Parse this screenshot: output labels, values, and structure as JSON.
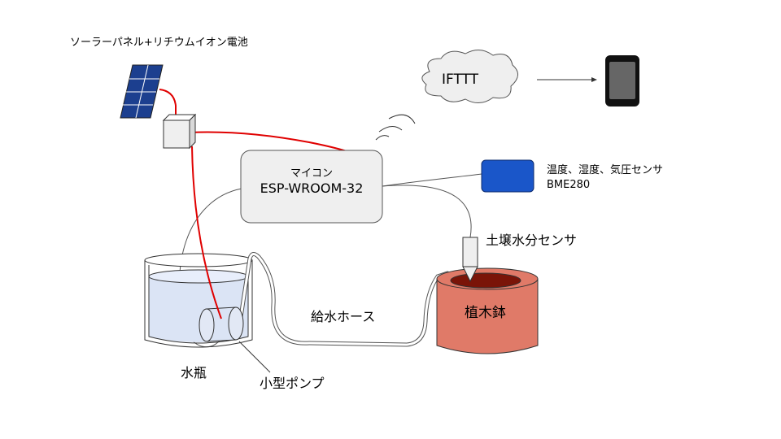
{
  "labels": {
    "solar_panel": "ソーラーパネル+リチウムイオン電池",
    "ifttt": "IFTTT",
    "microcontroller_line1": "マイコン",
    "microcontroller_line2": "ESP-WROOM-32",
    "env_sensor_line1": "温度、湿度、気圧センサ",
    "env_sensor_line2": "BME280",
    "soil_sensor": "土壌水分センサ",
    "water_hose": "給水ホース",
    "plant_pot": "植木鉢",
    "water_bottle": "水瓶",
    "pump": "小型ポンプ"
  },
  "colors": {
    "power_wire": "#e00000",
    "signal_wire": "#555555",
    "panel_blue": "#1c3f8f",
    "sensor_blue": "#1a56c9",
    "pot_body": "#e07a68",
    "soil": "#7a1408",
    "water": "#dbe4f5",
    "box_fill": "#efefef"
  }
}
